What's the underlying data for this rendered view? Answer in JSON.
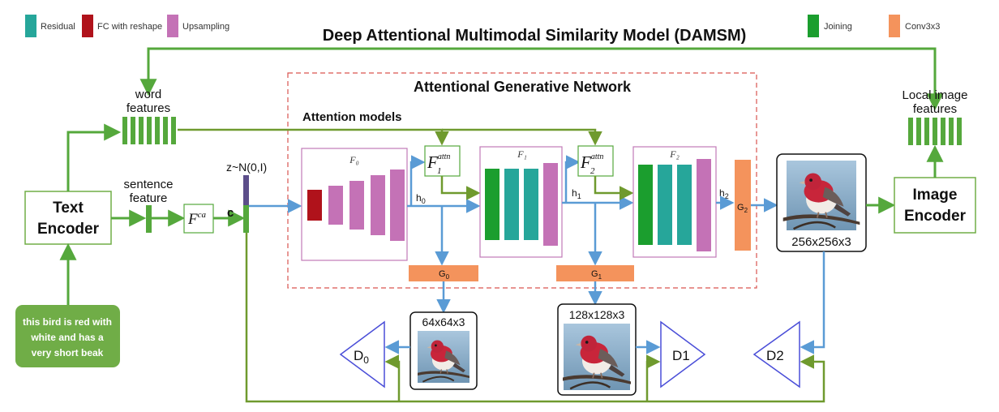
{
  "legend": {
    "residual": {
      "label": "Residual",
      "color": "#26a69a"
    },
    "fc_reshape": {
      "label": "FC with reshape",
      "color": "#b0121b"
    },
    "upsampling": {
      "label": "Upsampling",
      "color": "#c472b6"
    },
    "joining": {
      "label": "Joining",
      "color": "#1b9e2e"
    },
    "conv3x3": {
      "label": "Conv3x3",
      "color": "#f4935c"
    }
  },
  "colors": {
    "green_arrow": "#55a83c",
    "olive_arrow": "#6f9a2e",
    "blue_arrow": "#5a9bd5",
    "dashed_border": "#d9534f",
    "module_border": "#c17ab7",
    "prompt_bg": "#70ad47",
    "noise_bar": "#5c4e8a",
    "d_border": "#4a4ed8"
  },
  "title": "Deep Attentional Multimodal Similarity Model (DAMSM)",
  "agn_title": "Attentional Generative Network",
  "attention_models": "Attention models",
  "text_encoder": {
    "line1": "Text",
    "line2": "Encoder"
  },
  "image_encoder": {
    "line1": "Image",
    "line2": "Encoder"
  },
  "word_features": {
    "line1": "word",
    "line2": "features"
  },
  "sentence_feature": {
    "line1": "sentence",
    "line2": "feature"
  },
  "local_image_features": {
    "line1": "Local image",
    "line2": "features"
  },
  "fca": {
    "base": "F",
    "sup": "ca"
  },
  "c_label": "c",
  "noise_label": "z~N(0,I)",
  "f0": "F₀",
  "f1": "F₁",
  "f2": "F₂",
  "attn1": {
    "base": "F",
    "sup": "attn",
    "sub": "1"
  },
  "attn2": {
    "base": "F",
    "sup": "attn",
    "sub": "2"
  },
  "h0": {
    "base": "h",
    "sub": "0"
  },
  "h1": {
    "base": "h",
    "sub": "1"
  },
  "h2": {
    "base": "h",
    "sub": "2"
  },
  "g0": {
    "base": "G",
    "sub": "0"
  },
  "g1": {
    "base": "G",
    "sub": "1"
  },
  "g2": {
    "base": "G",
    "sub": "2"
  },
  "img64": "64x64x3",
  "img128": "128x128x3",
  "img256": "256x256x3",
  "d0": {
    "base": "D",
    "sub": "0"
  },
  "d1": "D1",
  "d2": "D2",
  "prompt": [
    "this bird is red with",
    "white and has a",
    "very short beak"
  ]
}
